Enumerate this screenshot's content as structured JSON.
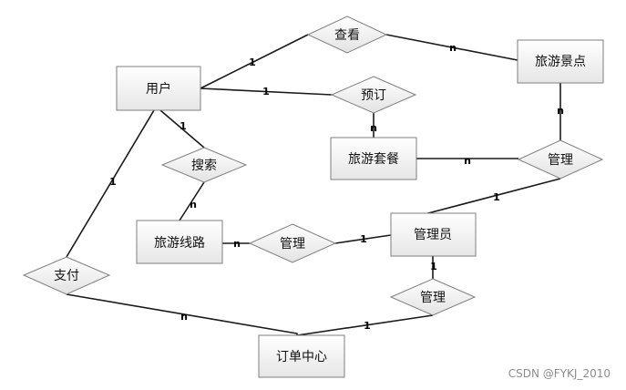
{
  "entities": {
    "user": "用户",
    "scenic_spot": "旅游景点",
    "package": "旅游套餐",
    "route": "旅游线路",
    "admin": "管理员",
    "order_center": "订单中心"
  },
  "relationships": {
    "view": "查看",
    "book": "预订",
    "search": "搜索",
    "pay": "支付",
    "manage_spot_package": "管理",
    "manage_route": "管理",
    "manage_order": "管理"
  },
  "cardinality": {
    "user_view": "1",
    "view_spot": "n",
    "user_book": "1",
    "book_package": "n",
    "user_search": "1",
    "search_route": "n",
    "user_pay": "1",
    "pay_order": "n",
    "spot_manage": "n",
    "package_manage": "n",
    "manage_admin": "1",
    "route_manage": "n",
    "manage_admin2": "1",
    "admin_manage3": "1",
    "manage3_order": "1"
  },
  "watermark": "CSDN @FYKJ_2010"
}
